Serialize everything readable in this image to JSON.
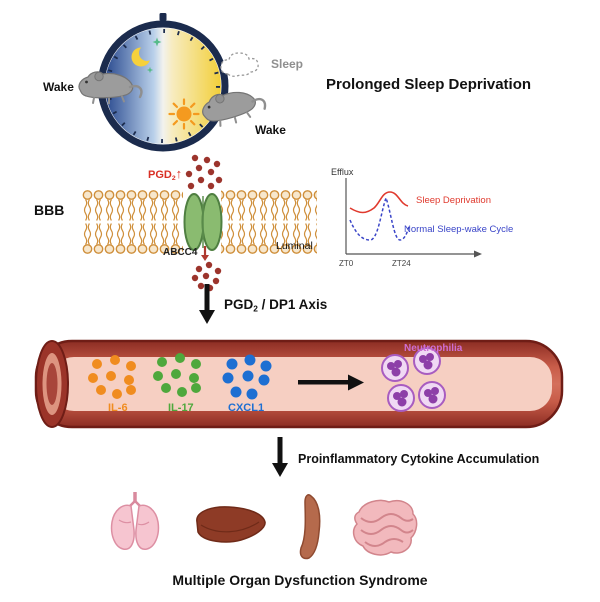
{
  "title": "Prolonged Sleep Deprivation",
  "clock": {
    "wake_left": "Wake",
    "sleep": "Sleep",
    "wake_right": "Wake"
  },
  "bbb": {
    "label": "BBB",
    "pgd_base": "PGD",
    "pgd_sub": "2",
    "up_arrow_icon": "↑",
    "transporter_label": "ABCC4",
    "luminal_label": "Luminal"
  },
  "chart_data": {
    "type": "line",
    "ylabel": "Efflux",
    "x_ticks": [
      "ZT0",
      "ZT24"
    ],
    "grid": false,
    "legend_position": "right-inline",
    "series": [
      {
        "name": "Sleep Deprivation",
        "color": "#e03a2e",
        "line_style": "solid",
        "values_norm": [
          0.55,
          0.48,
          0.5,
          0.72,
          0.52,
          0.48,
          0.52
        ]
      },
      {
        "name": "Normal Sleep-wake Cycle",
        "color": "#3a45c8",
        "line_style": "dashed",
        "values_norm": [
          0.42,
          0.12,
          0.1,
          0.62,
          0.1,
          0.12,
          0.35
        ]
      }
    ]
  },
  "axis_label": {
    "base": "PGD",
    "sub": "2",
    "rest": " / DP1 Axis"
  },
  "vessel": {
    "cytokines": [
      {
        "label": "IL-6",
        "color": "#f08c1f"
      },
      {
        "label": "IL-17",
        "color": "#4ea83c"
      },
      {
        "label": "CXCL1",
        "color": "#1e6fd2"
      }
    ],
    "neutrophilia_label": "Neutrophilia",
    "neutrophilia_color": "#cf6ed3"
  },
  "accumulation_label": "Proinflammatory Cytokine Accumulation",
  "organs_label": "Multiple Organ Dysfunction Syndrome",
  "colors": {
    "pgd2_red": "#d93025",
    "night_blue": "#2a4a8f",
    "day_yellow": "#f2cf3a",
    "membrane_tan": "#cf8f3b",
    "transporter_green": "#8abb70",
    "vessel_wall_red": "#b0503f",
    "vessel_lumen_pink": "#f6cfc2"
  }
}
